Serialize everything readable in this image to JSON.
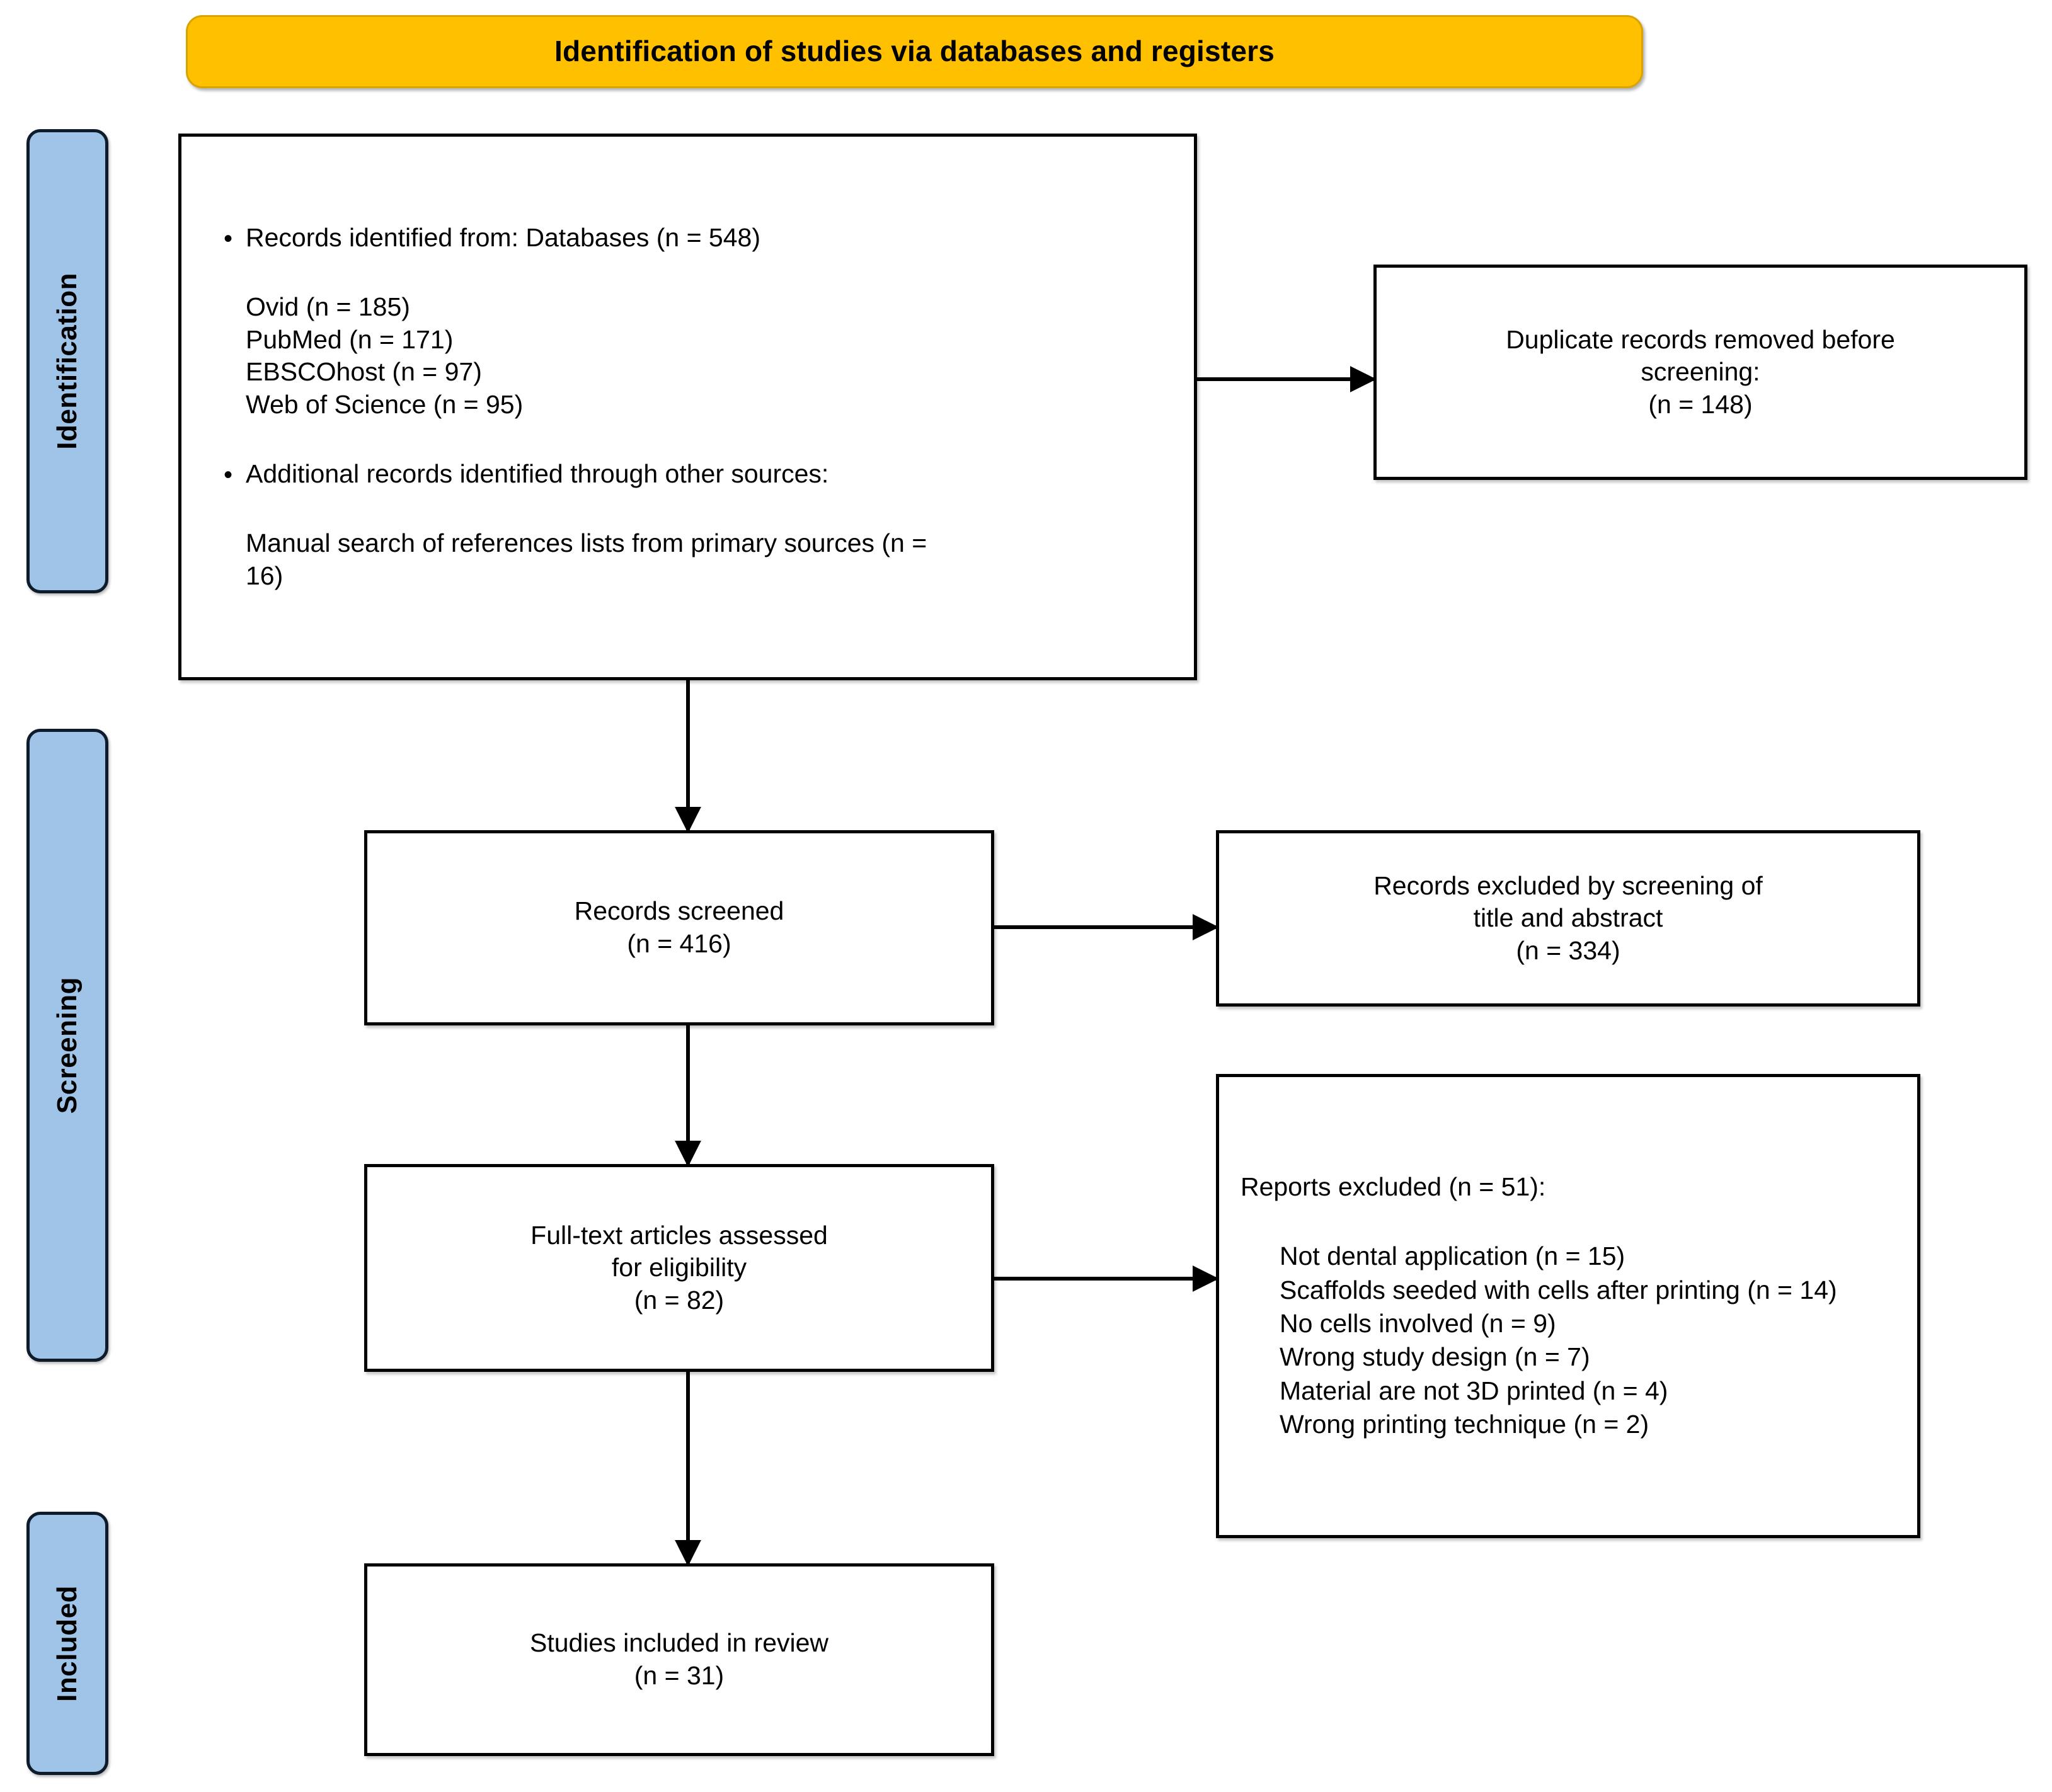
{
  "banner": {
    "title": "Identification of studies via databases and registers",
    "fill_color": "#FFC000"
  },
  "stages": [
    {
      "key": "identification",
      "label": "Identification",
      "fill_color": "#A0C3E8"
    },
    {
      "key": "screening",
      "label": "Screening",
      "fill_color": "#A0C3E8"
    },
    {
      "key": "included",
      "label": "Included",
      "fill_color": "#A0C3E8"
    }
  ],
  "identification_box": {
    "bullet1": "Records identified from: Databases (n = 548)",
    "databases": [
      "Ovid (n = 185)",
      "PubMed (n = 171)",
      "EBSCOhost (n = 97)",
      "Web of Science (n = 95)"
    ],
    "bullet2": "Additional records identified through other sources:",
    "other_sources": "Manual search of references lists from primary sources (n = 16)"
  },
  "duplicates_box": {
    "line1": "Duplicate records removed before",
    "line2": "screening:",
    "line3": "(n = 148)"
  },
  "screened_box": {
    "line1": "Records screened",
    "line2": "(n = 416)"
  },
  "screened_excluded_box": {
    "line1": "Records excluded by screening of",
    "line2": "title and abstract",
    "line3": "(n = 334)"
  },
  "fulltext_box": {
    "line1": "Full-text articles assessed",
    "line2": "for eligibility",
    "line3": "(n = 82)"
  },
  "reports_excluded_box": {
    "heading": "Reports excluded (n = 51):",
    "reasons": [
      "Not dental application (n = 15)",
      "Scaffolds seeded with cells after printing (n = 14)",
      "No cells involved (n = 9)",
      "Wrong study design (n = 7)",
      "Material are not 3D printed (n = 4)",
      "Wrong printing technique (n = 2)"
    ]
  },
  "included_box": {
    "line1": "Studies included in review",
    "line2": "(n = 31)"
  },
  "chart_data": {
    "type": "diagram",
    "title": "Identification of studies via databases and registers",
    "flow": [
      {
        "id": "records_identified",
        "label": "Records identified from: Databases",
        "n": 548
      },
      {
        "id": "ovid",
        "label": "Ovid",
        "n": 185
      },
      {
        "id": "pubmed",
        "label": "PubMed",
        "n": 171
      },
      {
        "id": "ebscohost",
        "label": "EBSCOhost",
        "n": 97
      },
      {
        "id": "web_of_science",
        "label": "Web of Science",
        "n": 95
      },
      {
        "id": "manual_search",
        "label": "Manual search of references lists from primary sources",
        "n": 16
      },
      {
        "id": "duplicates_removed",
        "label": "Duplicate records removed before screening",
        "n": 148
      },
      {
        "id": "records_screened",
        "label": "Records screened",
        "n": 416
      },
      {
        "id": "records_excluded",
        "label": "Records excluded by screening of title and abstract",
        "n": 334
      },
      {
        "id": "fulltext_assessed",
        "label": "Full-text articles assessed for eligibility",
        "n": 82
      },
      {
        "id": "reports_excluded",
        "label": "Reports excluded",
        "n": 51
      },
      {
        "id": "not_dental",
        "label": "Not dental application",
        "n": 15
      },
      {
        "id": "scaffolds_seeded",
        "label": "Scaffolds seeded with cells after printing",
        "n": 14
      },
      {
        "id": "no_cells",
        "label": "No cells involved",
        "n": 9
      },
      {
        "id": "wrong_design",
        "label": "Wrong study design",
        "n": 7
      },
      {
        "id": "not_3d_printed",
        "label": "Material are not 3D printed",
        "n": 4
      },
      {
        "id": "wrong_technique",
        "label": "Wrong printing technique",
        "n": 2
      },
      {
        "id": "studies_included",
        "label": "Studies included in review",
        "n": 31
      }
    ]
  }
}
